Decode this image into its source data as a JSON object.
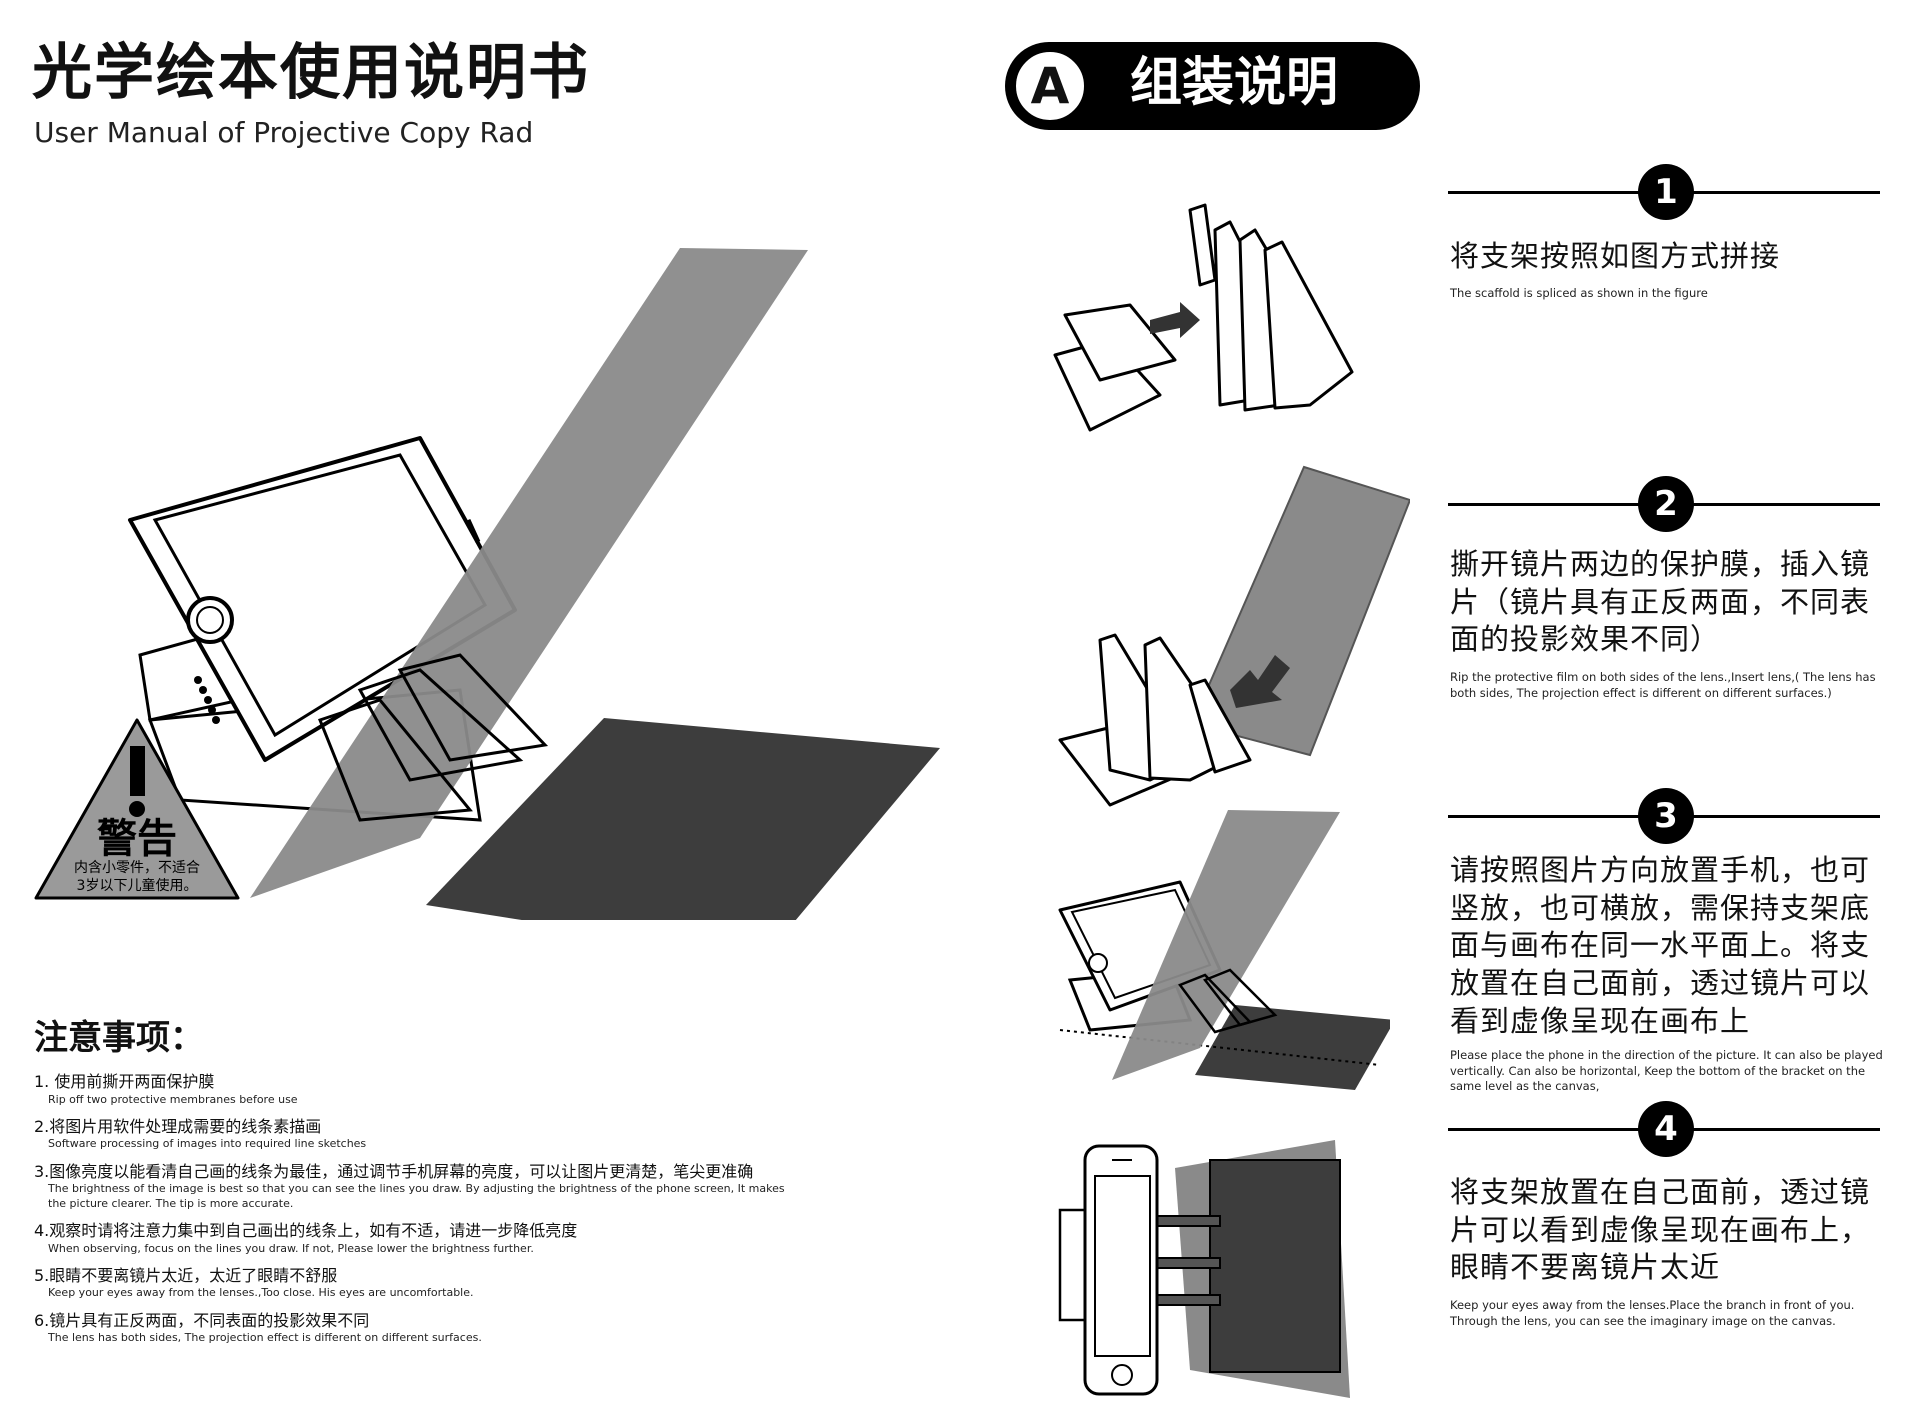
{
  "header": {
    "title_cn": "光学绘本使用说明书",
    "title_en": "User Manual of Projective Copy Rad"
  },
  "warning": {
    "title": "警告",
    "line1": "内含小零件，不适合",
    "line2": "3岁以下儿童使用。"
  },
  "notes": {
    "heading": "注意事项：",
    "items": [
      {
        "cn": "1. 使用前撕开两面保护膜",
        "en": "Rip off two protective membranes before use"
      },
      {
        "cn": "2.将图片用软件处理成需要的线条素描画",
        "en": "Software processing of images into required line sketches"
      },
      {
        "cn": "3.图像亮度以能看清自己画的线条为最佳，通过调节手机屏幕的亮度，可以让图片更清楚，笔尖更准确",
        "en": "The brightness of the image is best so that you can see the lines you draw. By adjusting  the brightness of the phone screen, It makes the picture clearer. The tip is more accurate."
      },
      {
        "cn": "4.观察时请将注意力集中到自己画出的线条上，如有不适，请进一步降低亮度",
        "en": "When observing, focus on the lines you draw. If not, Please lower the brightness further."
      },
      {
        "cn": "5.眼睛不要离镜片太近，太近了眼睛不舒服",
        "en": "Keep your eyes away from the lenses.,Too close. His eyes are uncomfortable."
      },
      {
        "cn": "6.镜片具有正反两面，不同表面的投影效果不同",
        "en": "The lens has both sides, The projection effect is different on different surfaces."
      }
    ]
  },
  "section": {
    "letter": "A",
    "title": "组装说明"
  },
  "steps": [
    {
      "num": "1",
      "cn": "将支架按照如图方式拼接",
      "en": "The scaffold is spliced as shown in the figure"
    },
    {
      "num": "2",
      "cn": "撕开镜片两边的保护膜，插入镜片（镜片具有正反两面，不同表面的投影效果不同）",
      "en": "Rip the protective film on both sides of the lens.,Insert lens,( The lens has both sides, The projection effect is different on different surfaces.)"
    },
    {
      "num": "3",
      "cn": "请按照图片方向放置手机，也可竖放，也可横放，需保持支架底面与画布在同一水平面上。将支放置在自己面前，透过镜片可以看到虚像呈现在画布上",
      "en": "Please place the phone in the direction of the picture. It can also be played vertically. Can also be horizontal, Keep the bottom of the bracket on the same level as the canvas,"
    },
    {
      "num": "4",
      "cn": "将支架放置在自己面前，透过镜片可以看到虚像呈现在画布上，眼睛不要离镜片太近",
      "en": "Keep your eyes away from the lenses.Place the branch in front of you. Through the lens, you can see the imaginary image on the canvas."
    }
  ],
  "colors": {
    "lens": "#8a8a8a",
    "canvas": "#3d3d3d",
    "warning_bg": "#9a9a9a",
    "ink": "#000000"
  }
}
